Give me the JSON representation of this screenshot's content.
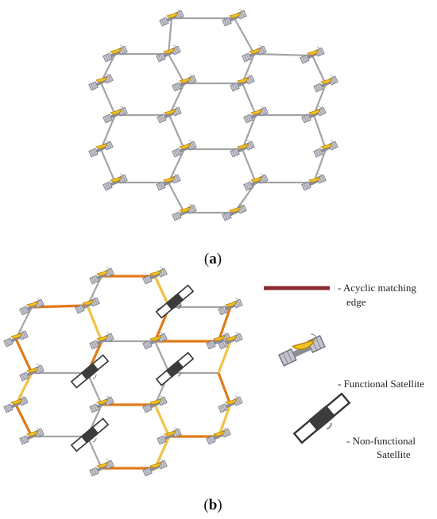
{
  "panel_a": {
    "caption_open": "(",
    "caption_letter": "a",
    "caption_close": ")"
  },
  "panel_b": {
    "caption_open": "(",
    "caption_letter": "b",
    "caption_close": ")"
  },
  "legend": {
    "matching_edge_line1": "- Acyclic matching",
    "matching_edge_line2": "edge",
    "functional": "- Functional Satellite",
    "nonfunctional_line1": "- Non-functional",
    "nonfunctional_line2": "Satellite"
  },
  "colors": {
    "grid_edge": "#a3a3a3",
    "matching_edge_legend": "#8b2a35",
    "matching_edge_dark": "#e07a18",
    "matching_edge_light": "#f2c245",
    "dish": "#f3c224",
    "panel": "#b9b9c4",
    "broken_satellite": "#3c3c3c"
  },
  "icons": [
    "functional-satellite-icon",
    "non-functional-satellite-icon"
  ]
}
